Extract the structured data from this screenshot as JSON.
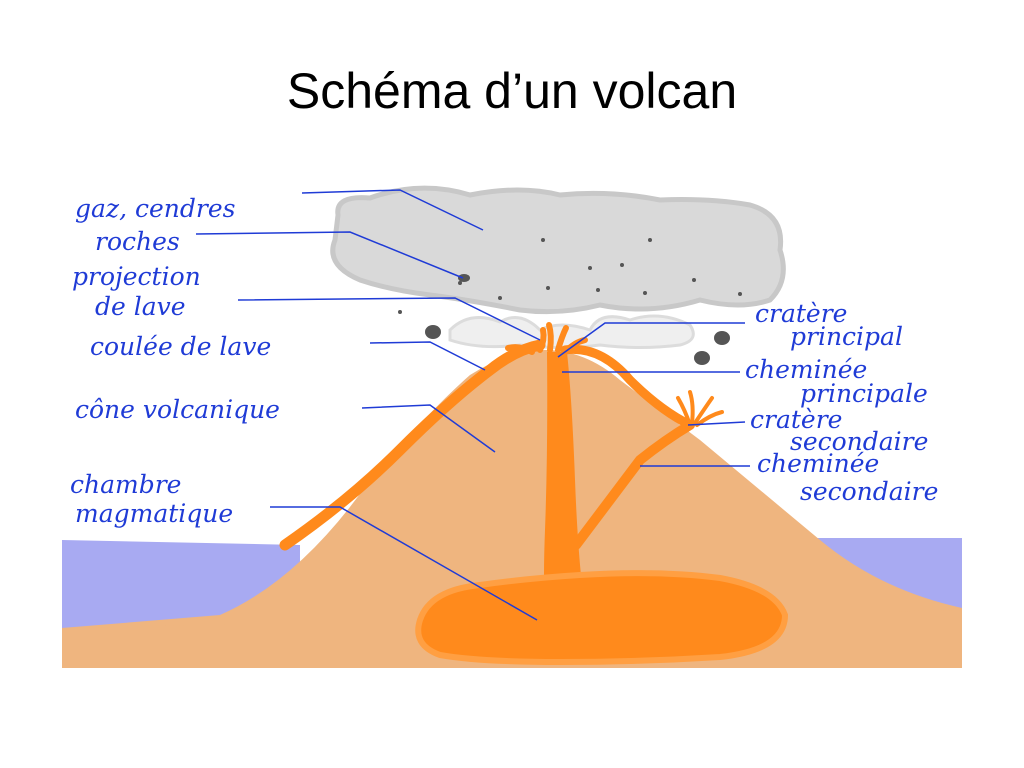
{
  "title": "Schéma d’un volcan",
  "colors": {
    "label_ink": "#1f3bd6",
    "ground": "#efb57f",
    "magma": "#ff8a1c",
    "water": "#a8aaf2",
    "smoke": "#d9d9d9",
    "rock": "#555555"
  },
  "labels": {
    "gaz_cendres": "gaz, cendres",
    "roches": "roches",
    "projection_1": "projection",
    "projection_2": "de lave",
    "coulee": "coulée de lave",
    "cone": "cône volcanique",
    "chambre_1": "chambre",
    "chambre_2": "magmatique",
    "cratere_principal_1": "cratère",
    "cratere_principal_2": "principal",
    "cheminee_principale_1": "cheminée",
    "cheminee_principale_2": "principale",
    "cratere_secondaire_1": "cratère",
    "cratere_secondaire_2": "secondaire",
    "cheminee_secondaire_1": "cheminée",
    "cheminee_secondaire_2": "secondaire"
  }
}
